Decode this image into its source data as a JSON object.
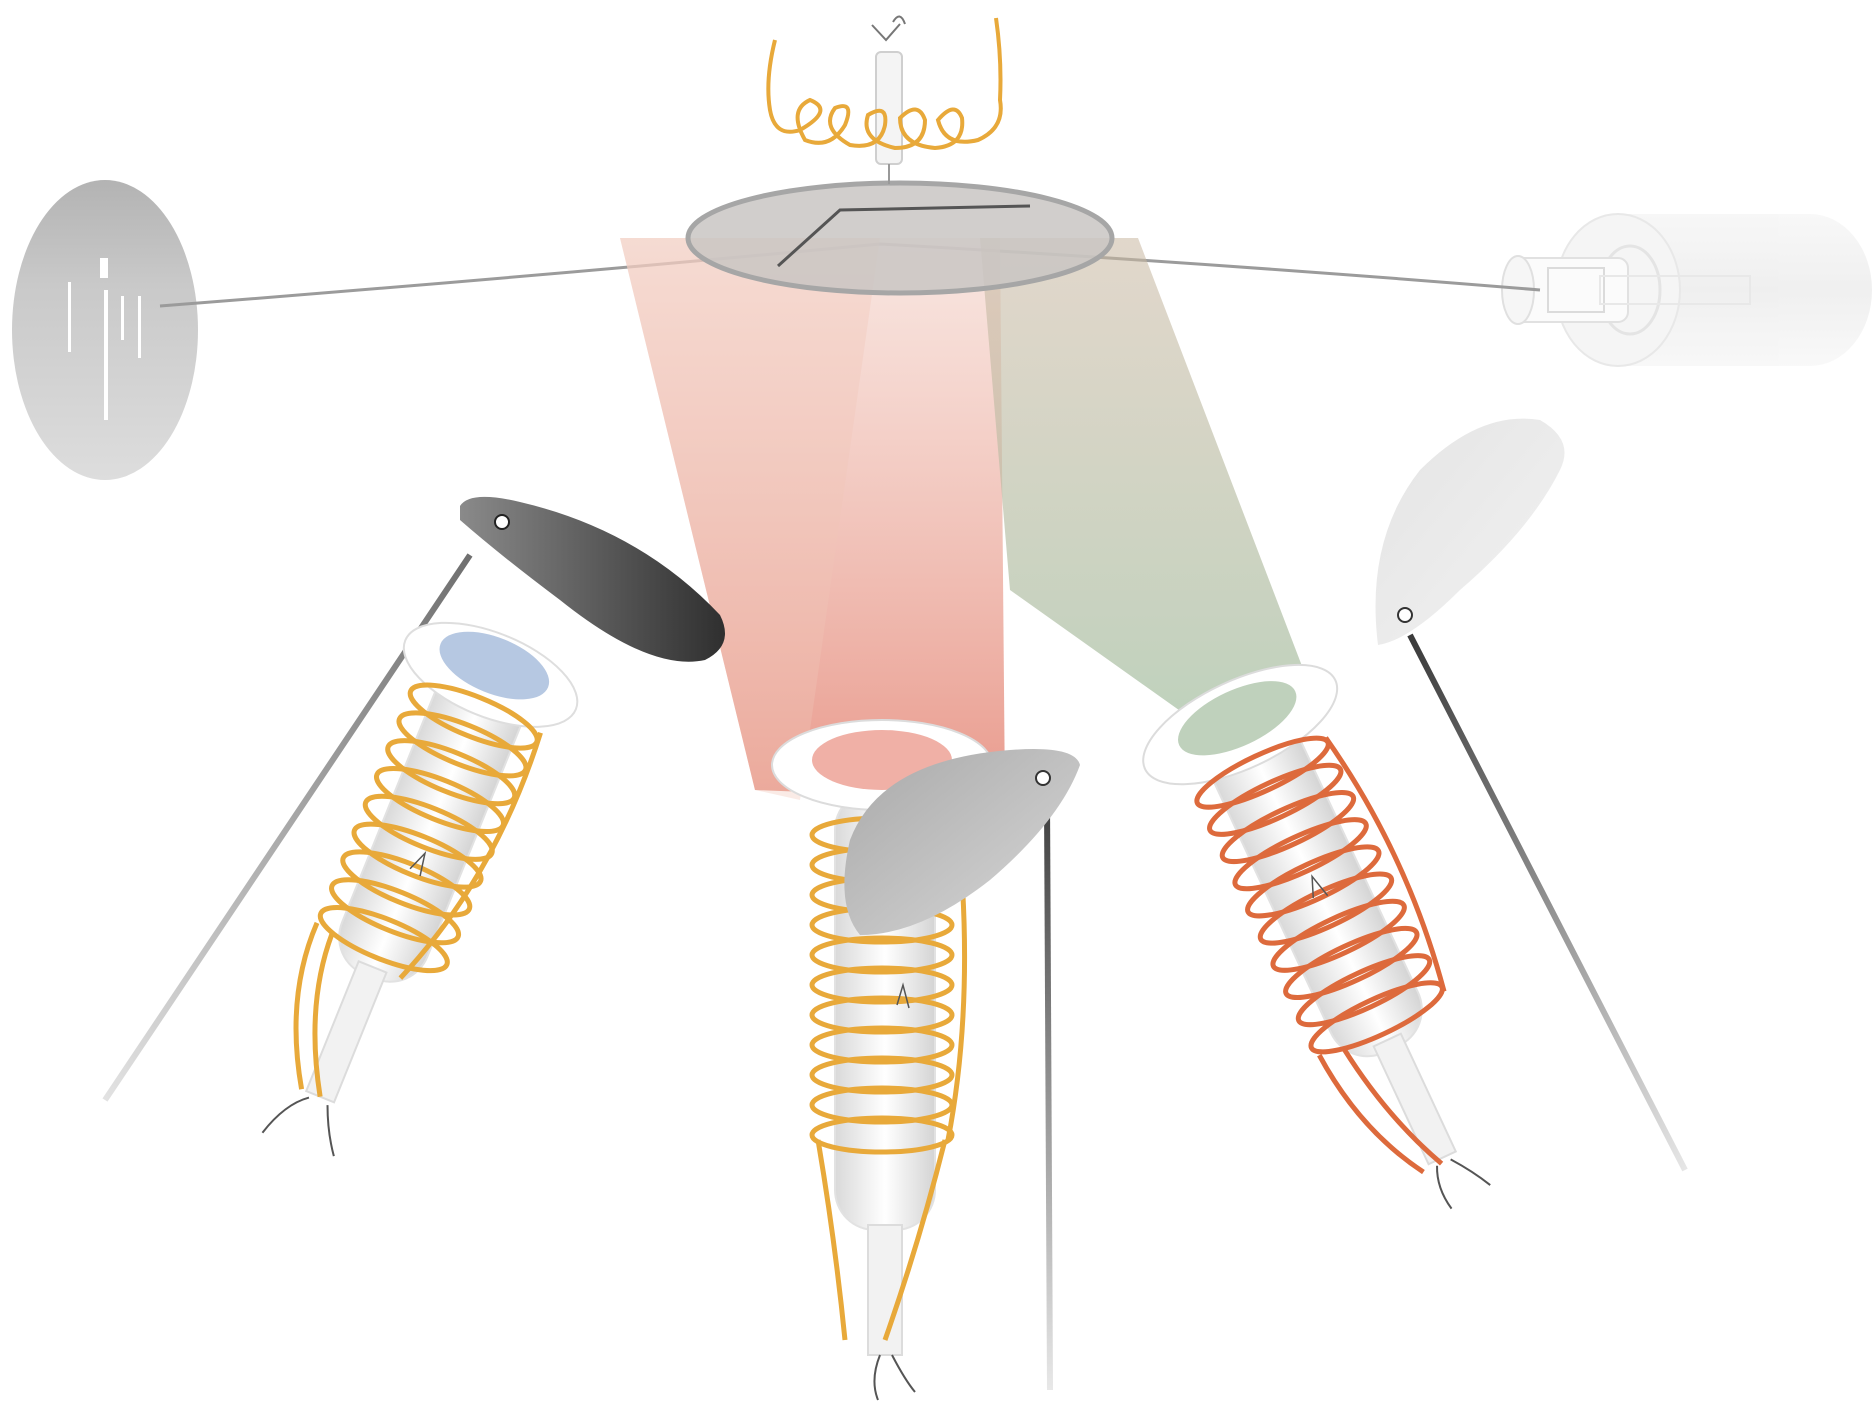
{
  "diagram": {
    "title": "",
    "labels": [],
    "components": [
      {
        "name": "sample-stage-disk",
        "icon": "ellipse-disk"
      },
      {
        "name": "filament-heater-top",
        "icon": "coiled-filament"
      },
      {
        "name": "focusing-lens-left",
        "icon": "slotted-disk"
      },
      {
        "name": "collector-cylinder-right",
        "icon": "cylinder"
      },
      {
        "name": "detector-left",
        "icon": "coil-funnel"
      },
      {
        "name": "detector-center",
        "icon": "coil-funnel"
      },
      {
        "name": "detector-right",
        "icon": "coil-funnel"
      },
      {
        "name": "shutter-paddle-left",
        "icon": "paddle"
      },
      {
        "name": "shutter-paddle-center",
        "icon": "paddle"
      },
      {
        "name": "shutter-paddle-right",
        "icon": "paddle"
      }
    ],
    "colors": {
      "coil_gold": "#e8a93a",
      "coil_orange": "#dd6a3c",
      "cone_red": "#e79a8c",
      "cone_green": "#9fb89b",
      "disk_grey": "#b9b9b9",
      "paddle_dark": "#3e3e3e",
      "paddle_light": "#dcdcdc",
      "lens_blue": "#a9bedd",
      "wire_grey": "#8c8c8c"
    }
  }
}
